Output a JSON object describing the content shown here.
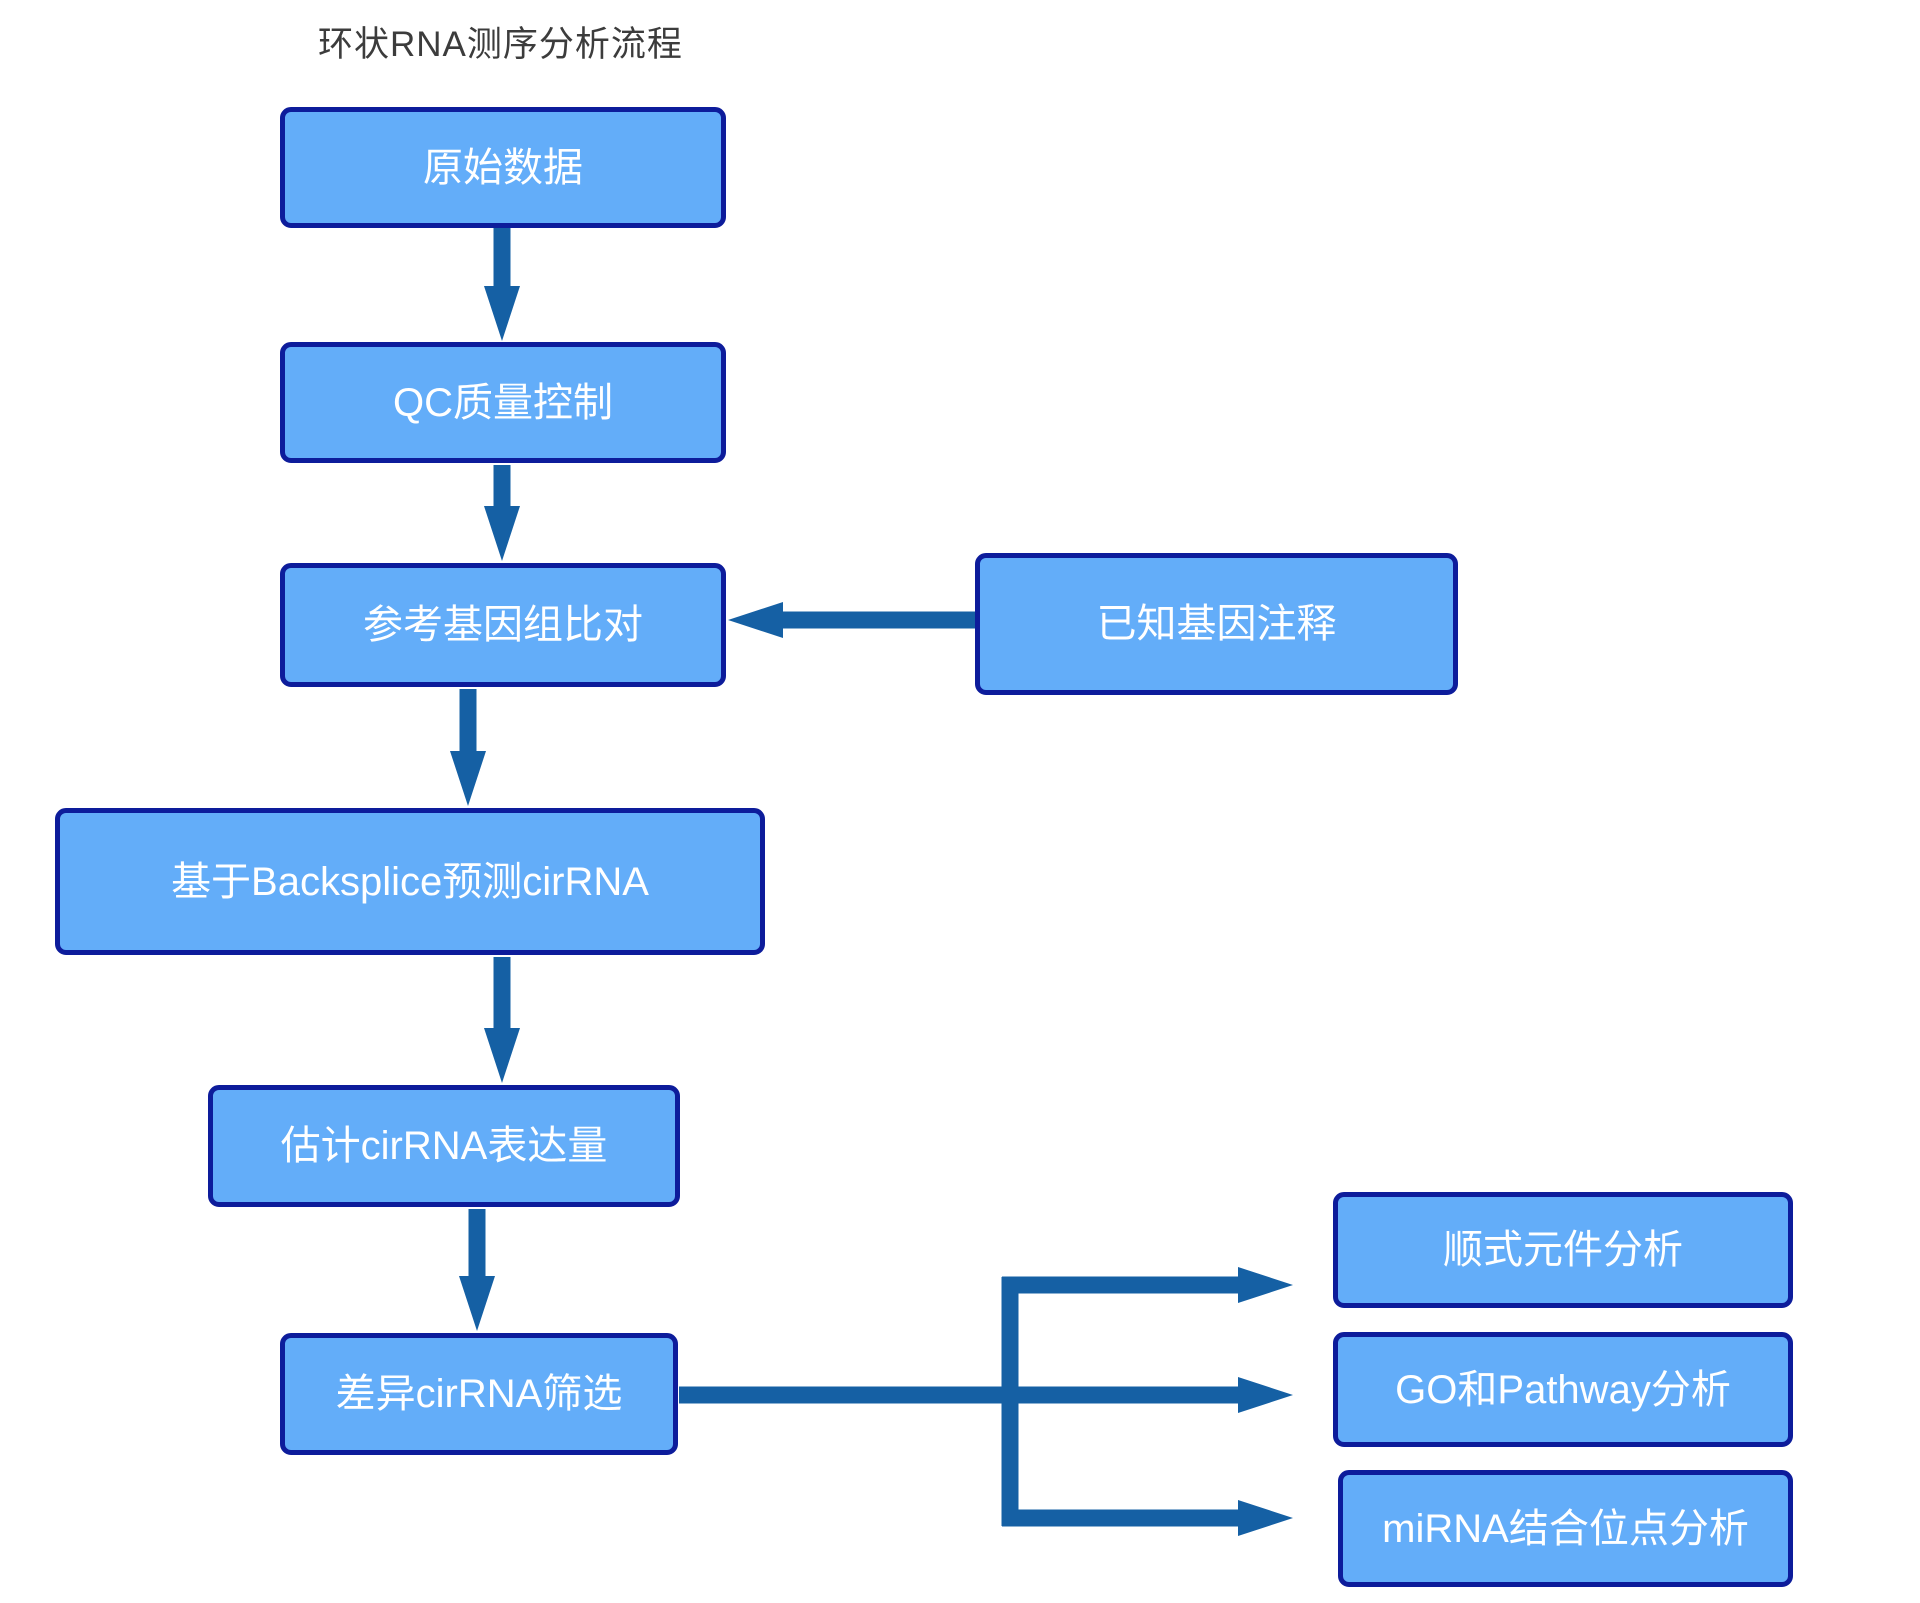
{
  "title": "环状RNA测序分析流程",
  "colors": {
    "box_fill": "#63adf9",
    "box_border": "#0d1c9b",
    "arrow": "#1560a4",
    "box_text": "#ffffff",
    "title_text": "#3c3c3c",
    "background": "#ffffff"
  },
  "nodes": {
    "raw_data": {
      "label": "原始数据"
    },
    "qc": {
      "label": "QC质量控制"
    },
    "align": {
      "label": "参考基因组比对"
    },
    "annotation": {
      "label": "已知基因注释"
    },
    "backsplice": {
      "label": "基于Backsplice预测cirRNA"
    },
    "expression": {
      "label": "估计cirRNA表达量"
    },
    "diff": {
      "label": "差异cirRNA筛选"
    },
    "cis": {
      "label": "顺式元件分析"
    },
    "go_pathway": {
      "label": "GO和Pathway分析"
    },
    "mirna": {
      "label": "miRNA结合位点分析"
    }
  },
  "edges": [
    {
      "from": "原始数据",
      "to": "QC质量控制"
    },
    {
      "from": "QC质量控制",
      "to": "参考基因组比对"
    },
    {
      "from": "已知基因注释",
      "to": "参考基因组比对"
    },
    {
      "from": "参考基因组比对",
      "to": "基于Backsplice预测cirRNA"
    },
    {
      "from": "基于Backsplice预测cirRNA",
      "to": "估计cirRNA表达量"
    },
    {
      "from": "估计cirRNA表达量",
      "to": "差异cirRNA筛选"
    },
    {
      "from": "差异cirRNA筛选",
      "to": "顺式元件分析"
    },
    {
      "from": "差异cirRNA筛选",
      "to": "GO和Pathway分析"
    },
    {
      "from": "差异cirRNA筛选",
      "to": "miRNA结合位点分析"
    }
  ]
}
